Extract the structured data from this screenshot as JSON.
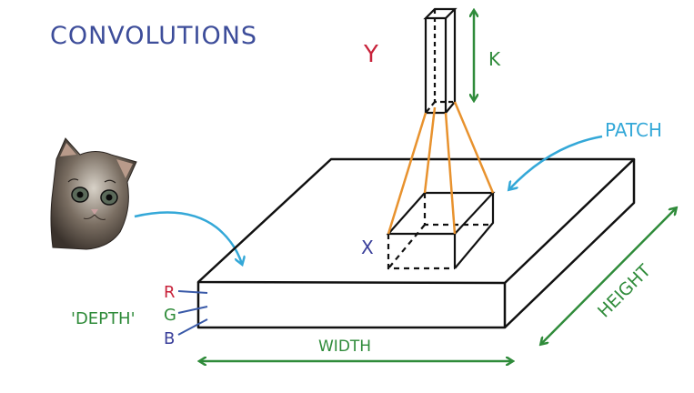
{
  "title": "CONVOLUTIONS",
  "labels": {
    "patch": "PATCH",
    "x": "X",
    "y": "Y",
    "k": "K",
    "depth": "'DEPTH'",
    "r": "R",
    "g": "G",
    "b": "B",
    "width": "WIDTH",
    "height": "HEIGHT"
  },
  "colors": {
    "title": "#3d4d9a",
    "outline": "#111111",
    "orange": "#e8922e",
    "blue_arrow": "#34a8d8",
    "green": "#2f8b3a",
    "red": "#c8223a",
    "indigo": "#3a3f9a"
  },
  "icons": {
    "kitten": "kitten-image"
  }
}
